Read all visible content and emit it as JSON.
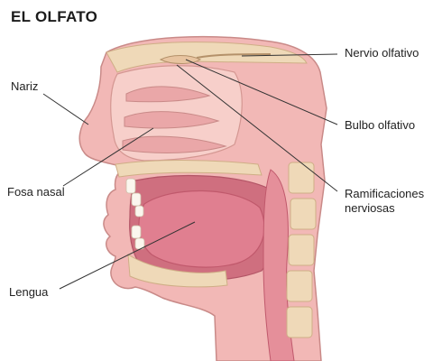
{
  "title": "EL OLFATO",
  "labels": {
    "nariz": "Nariz",
    "fosa_nasal": "Fosa nasal",
    "lengua": "Lengua",
    "nervio_olfativo": "Nervio olfativo",
    "bulbo_olfativo": "Bulbo olfativo",
    "ramificaciones_line1": "Ramificaciones",
    "ramificaciones_line2": "nerviosas"
  },
  "colors": {
    "skin": "#f2b8b6",
    "skin_outline": "#c98a88",
    "tissue_light": "#f7cfca",
    "mouth_dark": "#cf6f7f",
    "tongue": "#e07f90",
    "bone": "#efd9b8",
    "bone_dots": "#cfae86",
    "leader_line": "#333333"
  }
}
